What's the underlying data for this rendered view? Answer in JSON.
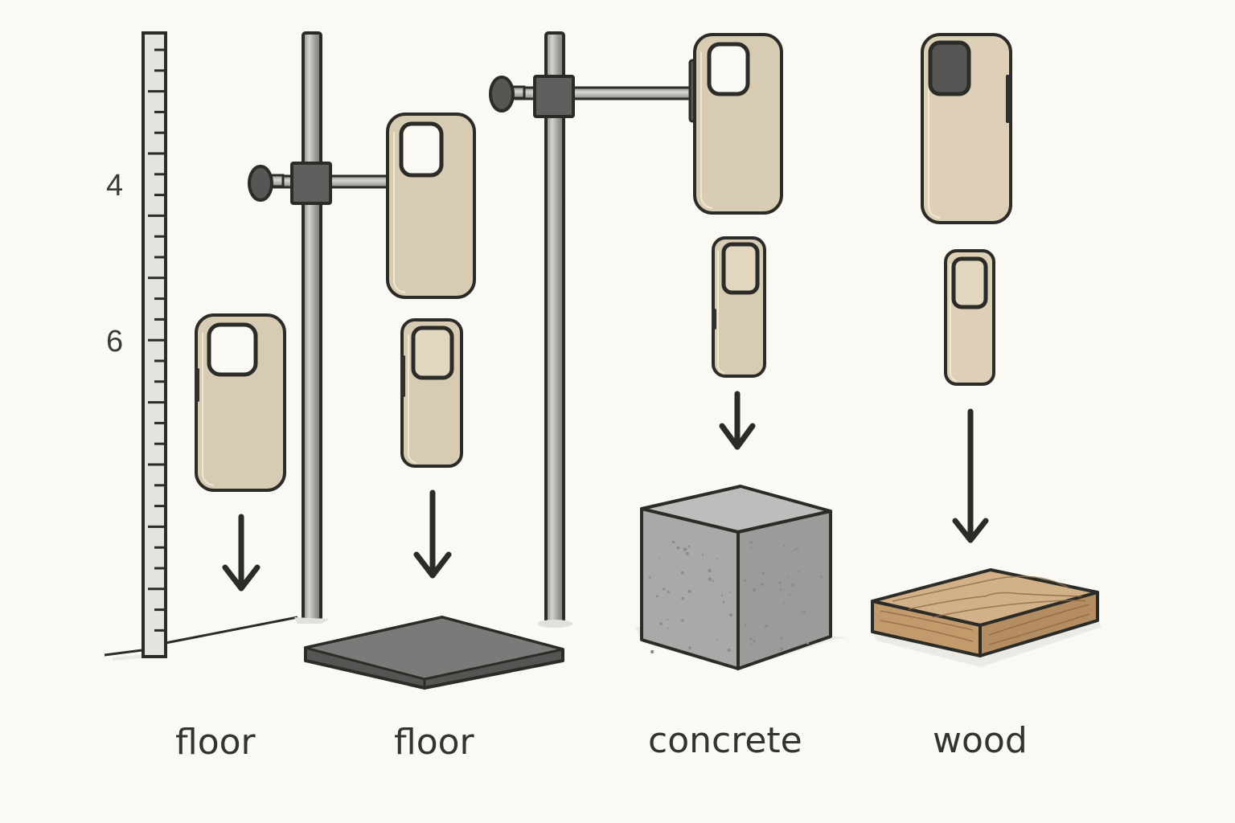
{
  "diagram": {
    "title": "",
    "ruler": {
      "labels": [
        "4",
        "6"
      ]
    },
    "setups": [
      {
        "id": "setup-1",
        "surface": "floor",
        "label": "floor",
        "phones": 1,
        "holder": "none"
      },
      {
        "id": "setup-2",
        "surface": "floor plate",
        "label": "floor",
        "phones": 2,
        "holder": "clamp stand"
      },
      {
        "id": "setup-3",
        "surface": "concrete block",
        "label": "concrete",
        "phones": 2,
        "holder": "clamp stand"
      },
      {
        "id": "setup-4",
        "surface": "wood board",
        "label": "wood",
        "phones": 2,
        "holder": "none"
      }
    ],
    "colors": {
      "background": "#fbf9f3",
      "phone_case": "#d8cbb3",
      "outline": "#2b2b28",
      "metal": "#a9a9a6",
      "clamp": "#5a5a58",
      "plate": "#6f6f6d",
      "concrete": "#a4a4a2",
      "wood": "#c9a57b",
      "ruler": "#e3e3e0"
    },
    "icons": {
      "arrow": "down-arrow-icon",
      "phone": "phone-case-icon"
    }
  }
}
